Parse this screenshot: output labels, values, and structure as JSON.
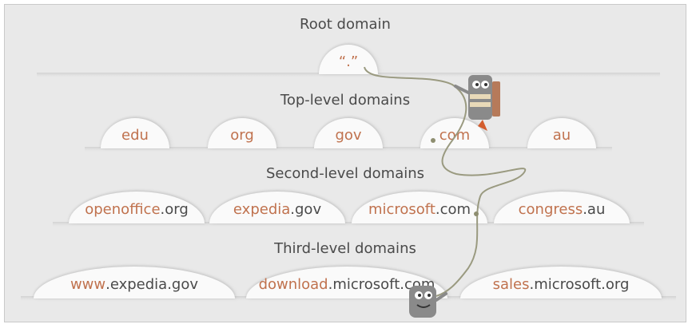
{
  "colors": {
    "background": "#e9e9e9",
    "dome": "#fafafa",
    "accent_text": "#c0724e",
    "dark_text": "#4a4a4a",
    "rope": "#9a9a80"
  },
  "levels": {
    "root": {
      "title": "Root domain",
      "nodes": [
        {
          "highlight": "“.”",
          "rest": ""
        }
      ]
    },
    "tld": {
      "title": "Top-level domains",
      "nodes": [
        {
          "highlight": "edu",
          "rest": ""
        },
        {
          "highlight": "org",
          "rest": ""
        },
        {
          "highlight": "gov",
          "rest": ""
        },
        {
          "highlight": "com",
          "rest": ""
        },
        {
          "highlight": "au",
          "rest": ""
        }
      ]
    },
    "second": {
      "title": "Second-level domains",
      "nodes": [
        {
          "highlight": "openoffice",
          "rest": ".org"
        },
        {
          "highlight": "expedia",
          "rest": ".gov"
        },
        {
          "highlight": "microsoft",
          "rest": ".com"
        },
        {
          "highlight": "congress",
          "rest": ".au"
        }
      ]
    },
    "third": {
      "title": "Third-level domains",
      "nodes": [
        {
          "highlight": "www",
          "rest": ".expedia.gov"
        },
        {
          "highlight": "download",
          "rest": ".microsoft.com"
        },
        {
          "highlight": "sales",
          "rest": ".microsoft.org"
        }
      ]
    }
  },
  "icons": {
    "climber_top": "robot-climber-icon",
    "climber_bottom": "robot-climber-icon"
  }
}
